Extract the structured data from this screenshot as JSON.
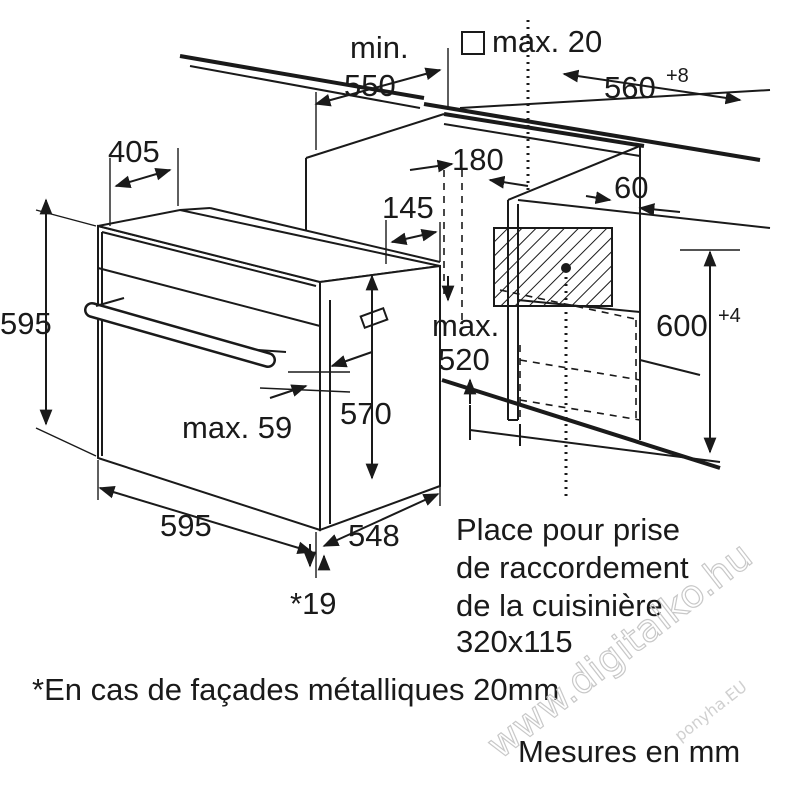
{
  "dimensions": {
    "min_label": "min.",
    "min_value": "550",
    "max20_label": "max. 20",
    "width_560": "560",
    "width_560_sup": "+8",
    "d405": "405",
    "d180": "180",
    "d60": "60",
    "d145": "145",
    "d595_height": "595",
    "max520_label": "max.",
    "max520_value": "520",
    "d600": "600",
    "d600_sup": "+4",
    "max59": "max. 59",
    "d570": "570",
    "d595_width": "595",
    "d548": "548",
    "d19": "*19"
  },
  "socket_note": {
    "line1": "Place pour prise",
    "line2": "de raccordement",
    "line3": "de la cuisinière",
    "line4": "320x115"
  },
  "footnote": "*En cas de façades métalliques 20mm",
  "units_note": "Mesures en mm",
  "watermark": {
    "main": "www.digitalko.hu",
    "small": "ponyha.EU"
  }
}
